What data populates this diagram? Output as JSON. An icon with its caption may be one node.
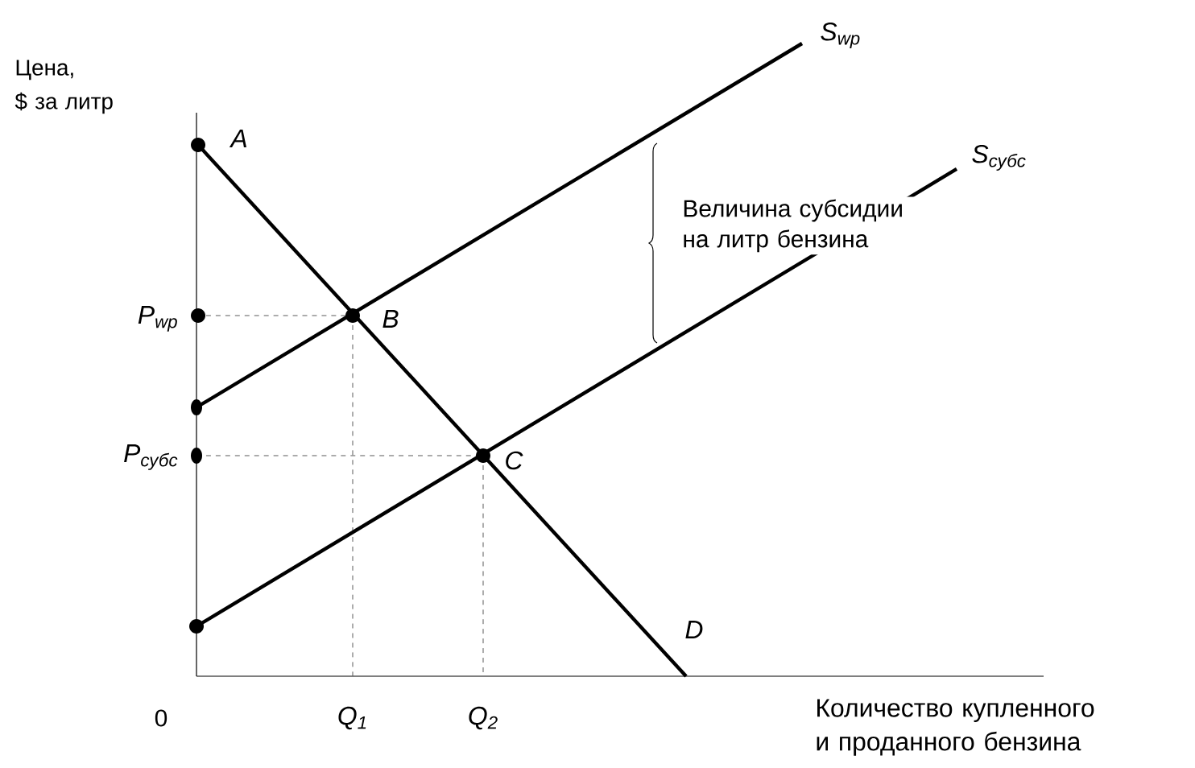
{
  "diagram": {
    "labels": [
      "Цена, $ за литр",
      "S$_{wp}$",
      "A",
      "S$_{субс}$",
      "Величина субсидии на литр бензина",
      "P$_{wp}$",
      "B",
      "P$_{субс}$",
      "C",
      "D",
      "0",
      "Q$_{1}$",
      "Q$_{2}$",
      "Количество купленного и проданного бензина"
    ]
  }
}
